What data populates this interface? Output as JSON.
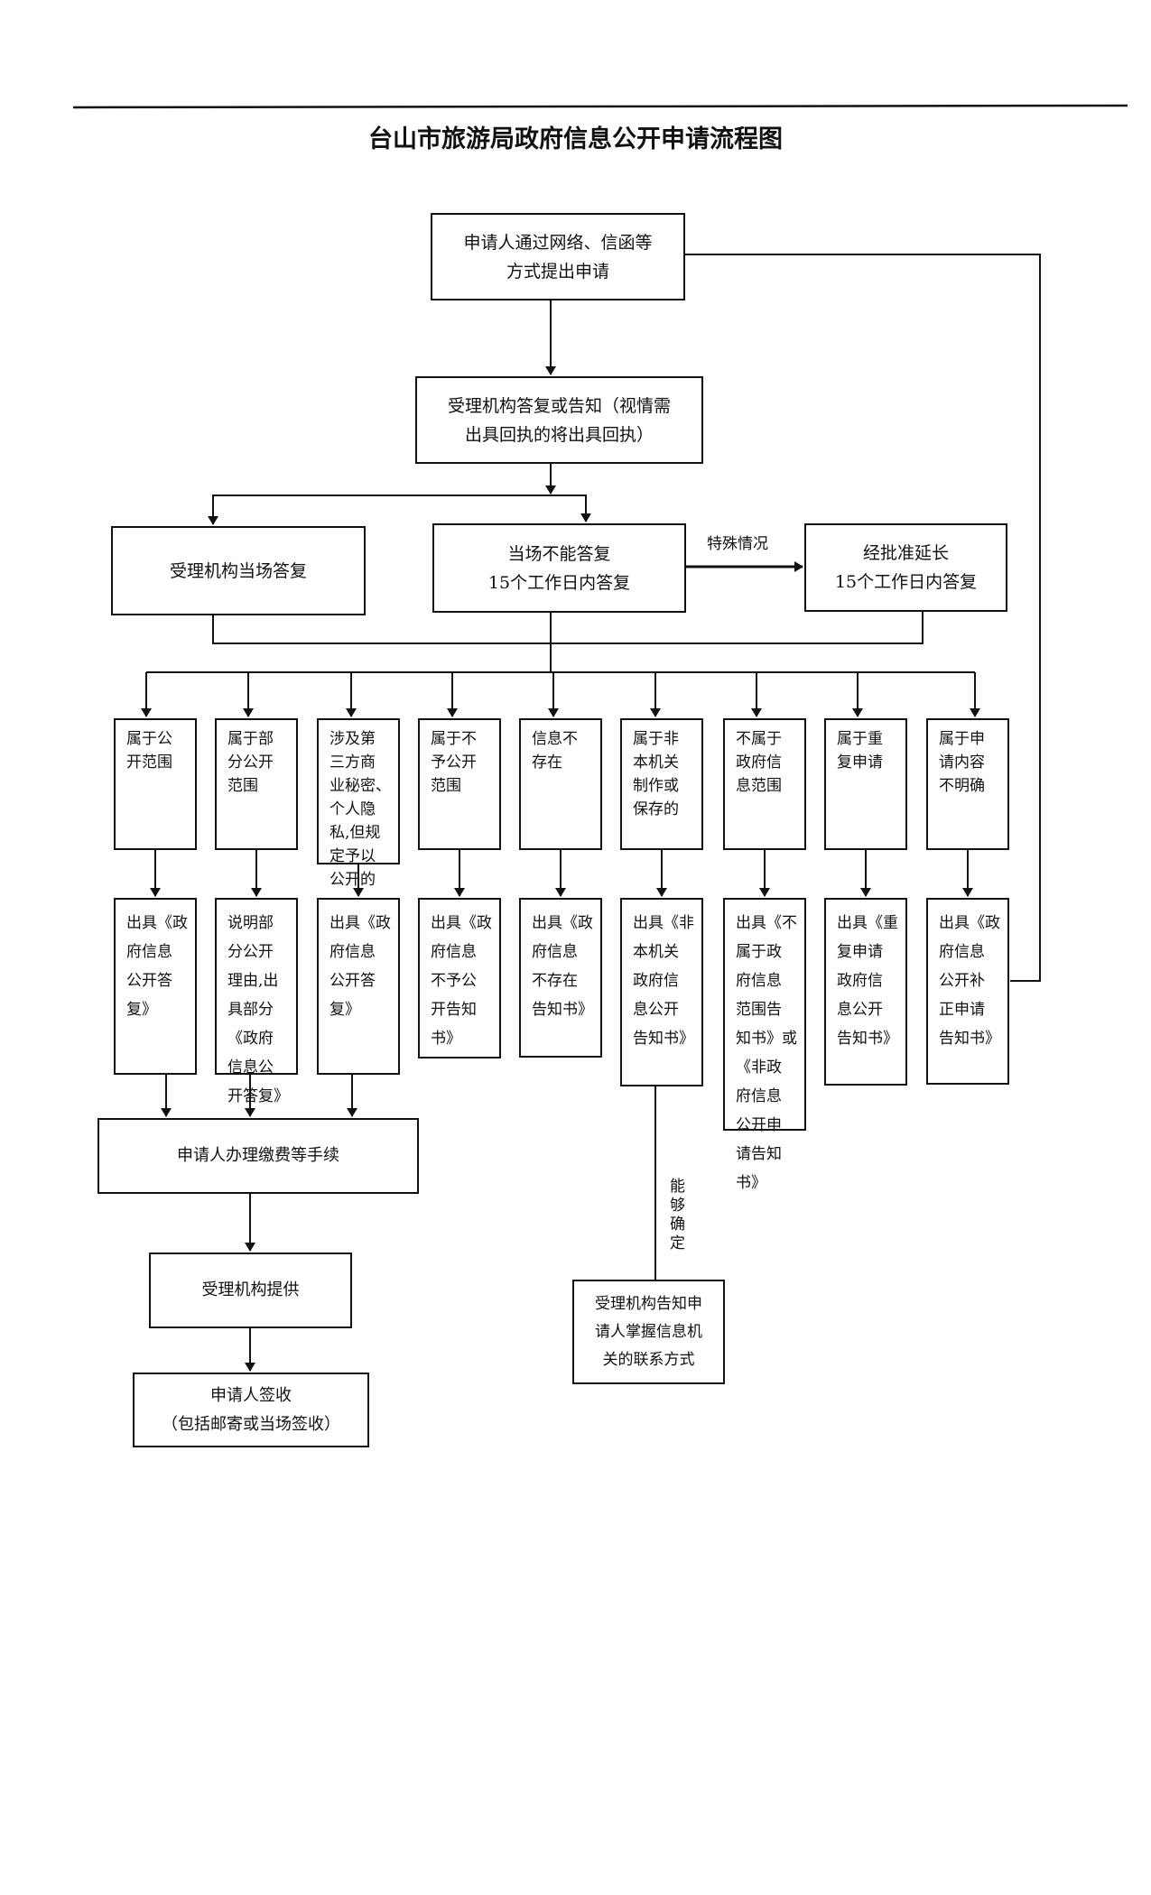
{
  "title": "台山市旅游局政府信息公开申请流程图",
  "boxes": {
    "submit": "申请人通过网络、信函等\n方式提出申请",
    "acknowledge": "受理机构答复或告知（视情需\n出具回执的将出具回执）",
    "reply_on_spot": "受理机构当场答复",
    "reply_15_days": "当场不能答复\n15个工作日内答复",
    "extension": "经批准延长\n15个工作日内答复",
    "fees": "申请人办理缴费等手续",
    "provide": "受理机构提供",
    "sign": "申请人签收\n（包括邮寄或当场签收）",
    "inform_contact": "受理机构告知申\n请人掌握信息机\n关的联系方式"
  },
  "labels": {
    "special_case": "特殊情况",
    "can_determine": "能\n够\n确\n定"
  },
  "categories": [
    "属于公\n开范围",
    "属于部\n分公开\n范围",
    "涉及第\n三方商\n业秘密、\n个人隐\n私,但规\n定予以\n公开的",
    "属于不\n予公开\n范围",
    "信息不\n存在",
    "属于非\n本机关\n制作或\n保存的",
    "不属于\n政府信\n息范围",
    "属于重\n复申请",
    "属于申\n请内容\n不明确"
  ],
  "outcomes": [
    "出具《政\n府信息\n公开答\n复》",
    "说明部\n分公开\n理由,出\n具部分\n《政府\n信息公\n开答复》",
    "出具《政\n府信息\n公开答\n复》",
    "出具《政\n府信息\n不予公\n开告知\n书》",
    "出具《政\n府信息\n不存在\n告知书》",
    "出具《非\n本机关\n政府信\n息公开\n告知书》",
    "出具《不\n属于政\n府信息\n范围告\n知书》或\n《非政\n府信息\n公开申\n请告知\n书》",
    "出具《重\n复申请\n政府信\n息公开\n告知书》",
    "出具《政\n府信息\n公开补\n正申请\n告知书》"
  ]
}
